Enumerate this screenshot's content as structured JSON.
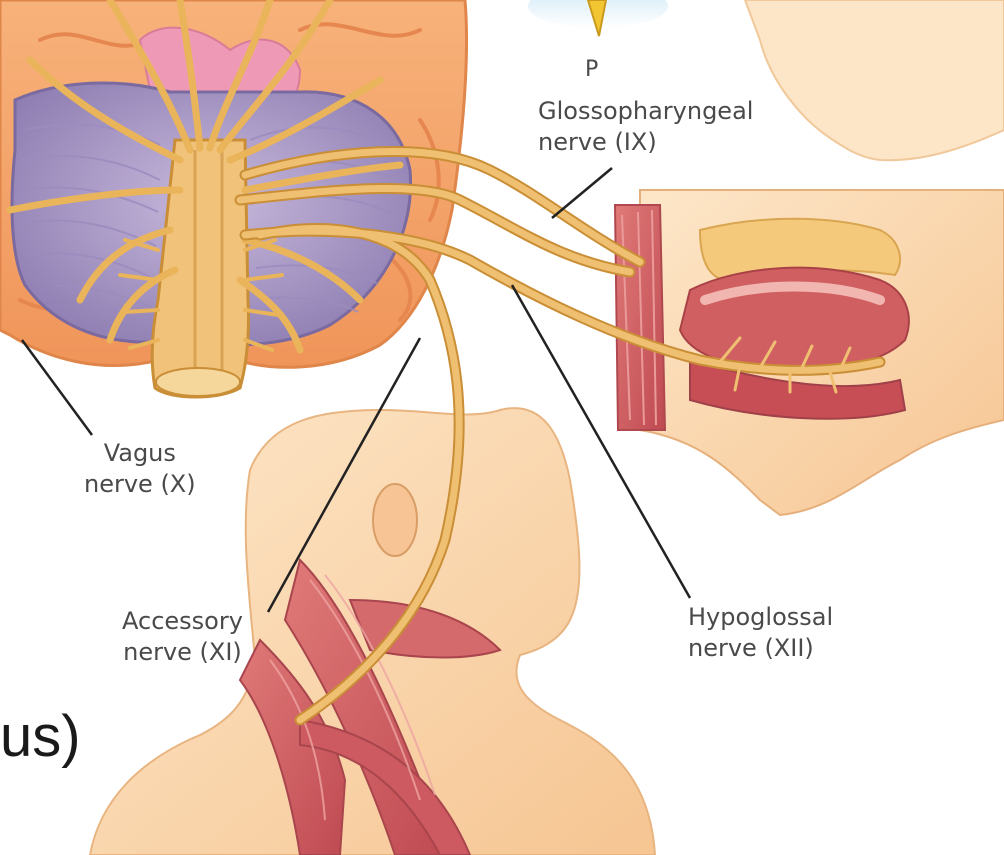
{
  "labels": {
    "top_letter": "P",
    "glossopharyngeal": [
      "Glossopharyngeal",
      "nerve (IX)"
    ],
    "vagus": [
      "Vagus",
      "nerve (X)"
    ],
    "accessory": [
      "Accessory",
      "nerve (XI)"
    ],
    "hypoglossal": [
      "Hypoglossal",
      "nerve (XII)"
    ]
  },
  "slide_fragment": "us)",
  "colors": {
    "nerve": "#e9b45a",
    "nerve_edge": "#c98e36",
    "brain": "#f4a46a",
    "cerebellum": "#a896c4",
    "muscle": "#cf5a5e",
    "skin": "#fbd9b0",
    "leader_line": "#222222",
    "label_text": "#4a4a4a"
  }
}
